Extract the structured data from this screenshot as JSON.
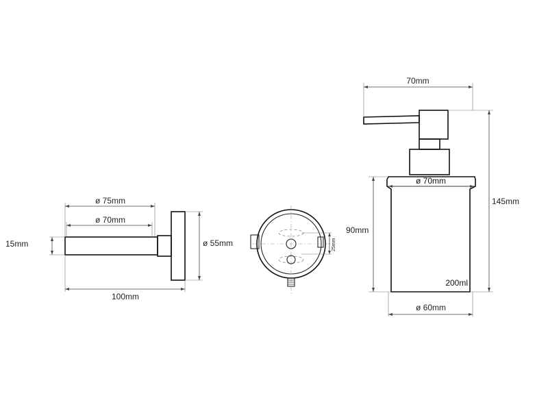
{
  "side_view": {
    "dim_diameter_outer": "ø 75mm",
    "dim_diameter_inner": "ø 70mm",
    "dim_thickness": "15mm",
    "dim_flange_diameter": "ø 55mm",
    "dim_length": "100mm"
  },
  "front_view": {
    "dim_hole_spacing": "25mm"
  },
  "dispenser_view": {
    "dim_pump_width": "70mm",
    "dim_body_top_diameter": "ø 70mm",
    "dim_body_height": "90mm",
    "dim_total_height": "145mm",
    "dim_base_diameter": "ø 60mm",
    "capacity_label": "200ml"
  }
}
